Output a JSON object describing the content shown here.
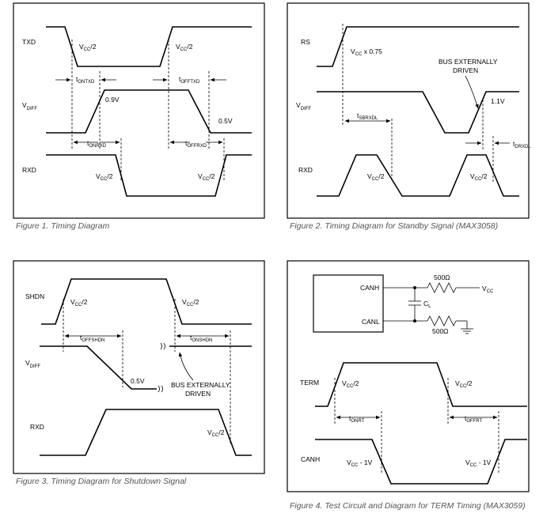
{
  "fig1": {
    "caption": "Figure 1. Timing Diagram",
    "signals": {
      "txd": "TXD",
      "vdiff_v": "V",
      "vdiff_sub": "DIFF",
      "rxd": "RXD"
    },
    "vcc_v": "V",
    "vcc_sub": "CC",
    "vcc_tail": "/2",
    "v09": "0.9V",
    "v05": "0.5V",
    "t": "t",
    "ontxd": "ONTXD",
    "offtxd": "OFFTXD",
    "onrxd": "ONRXD",
    "offrxd": "OFFRXD"
  },
  "fig2": {
    "caption": "Figure 2. Timing Diagram for Standby Signal (MAX3058)",
    "signals": {
      "rs": "RS",
      "vdiff_v": "V",
      "vdiff_sub": "DIFF",
      "rxd": "RXD"
    },
    "vcc075_tail": " x 0.75",
    "bus_line1": "BUS EXTERNALLY",
    "bus_line2": "DRIVEN",
    "v11": "1.1V",
    "sbrxdl": "SBRXDL",
    "drxdl": "DRXDL"
  },
  "fig3": {
    "caption": "Figure 3. Timing Diagram for Shutdown Signal",
    "signals": {
      "shdn": "SHDN",
      "vdiff_v": "V",
      "vdiff_sub": "DIFF",
      "rxd": "RXD"
    },
    "v05": "0.5V",
    "bus_line1": "BUS EXTERNALLY",
    "bus_line2": "DRIVEN",
    "offshdn": "OFFSHDN",
    "onshdn": "ONSHDN"
  },
  "fig4": {
    "caption": "Figure 4. Test Circuit and Diagram for TERM Timing (MAX3059)",
    "canh_pin": "CANH",
    "canl_pin": "CANL",
    "r_top": "500Ω",
    "r_bot": "500Ω",
    "cl_c": "C",
    "cl_sub": "L",
    "signals": {
      "term": "TERM",
      "canh": "CANH"
    },
    "vcc_minus_tail": " - 1V",
    "onrt": "ONRT",
    "offrt": "OFFRT"
  }
}
